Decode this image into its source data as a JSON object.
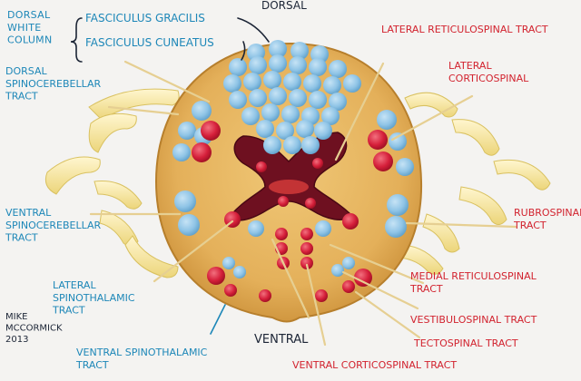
{
  "colors": {
    "background": "#f4f3f1",
    "blue_label": "#1d87b8",
    "red_label": "#d2232f",
    "dark_label": "#1c2536",
    "biscuit": "#e7b65e",
    "biscuit_edge": "#c48a33",
    "blue_sweet": "#8fc4e6",
    "red_sweet": "#d51f3a",
    "jam": "#6e1020",
    "banana": "#f6e7a2"
  },
  "labels": {
    "dorsal": "Dorsal",
    "ventral": "Ventral",
    "dorsal_white_column": "Dorsal\nwhite\ncolumn",
    "fasciculus_gracilis": "Fasciculus Gracilis",
    "fasciculus_cuneatus": "Fasciculus Cuneatus",
    "dorsal_spinocerebellar": "Dorsal\nSpinocerebellar\ntract",
    "ventral_spinocerebellar": "Ventral\nSpinocerebellar\ntract",
    "lateral_spinothalamic": "Lateral\nSpinothalamic\ntract",
    "ventral_spinothalamic": "Ventral Spinothalamic\ntract",
    "author": "Mike\nMccormick\n2013",
    "lateral_reticulospinal": "Lateral Reticulospinal Tract",
    "lateral_corticospinal": "Lateral\nCorticospinal",
    "rubrospinal": "Rubrospinal\ntract",
    "medial_reticulospinal": "Medial Reticulospinal\ntract",
    "vestibulospinal": "Vestibulospinal Tract",
    "tectospinal": "Tectospinal Tract",
    "ventral_corticospinal": "Ventral Corticospinal Tract"
  }
}
